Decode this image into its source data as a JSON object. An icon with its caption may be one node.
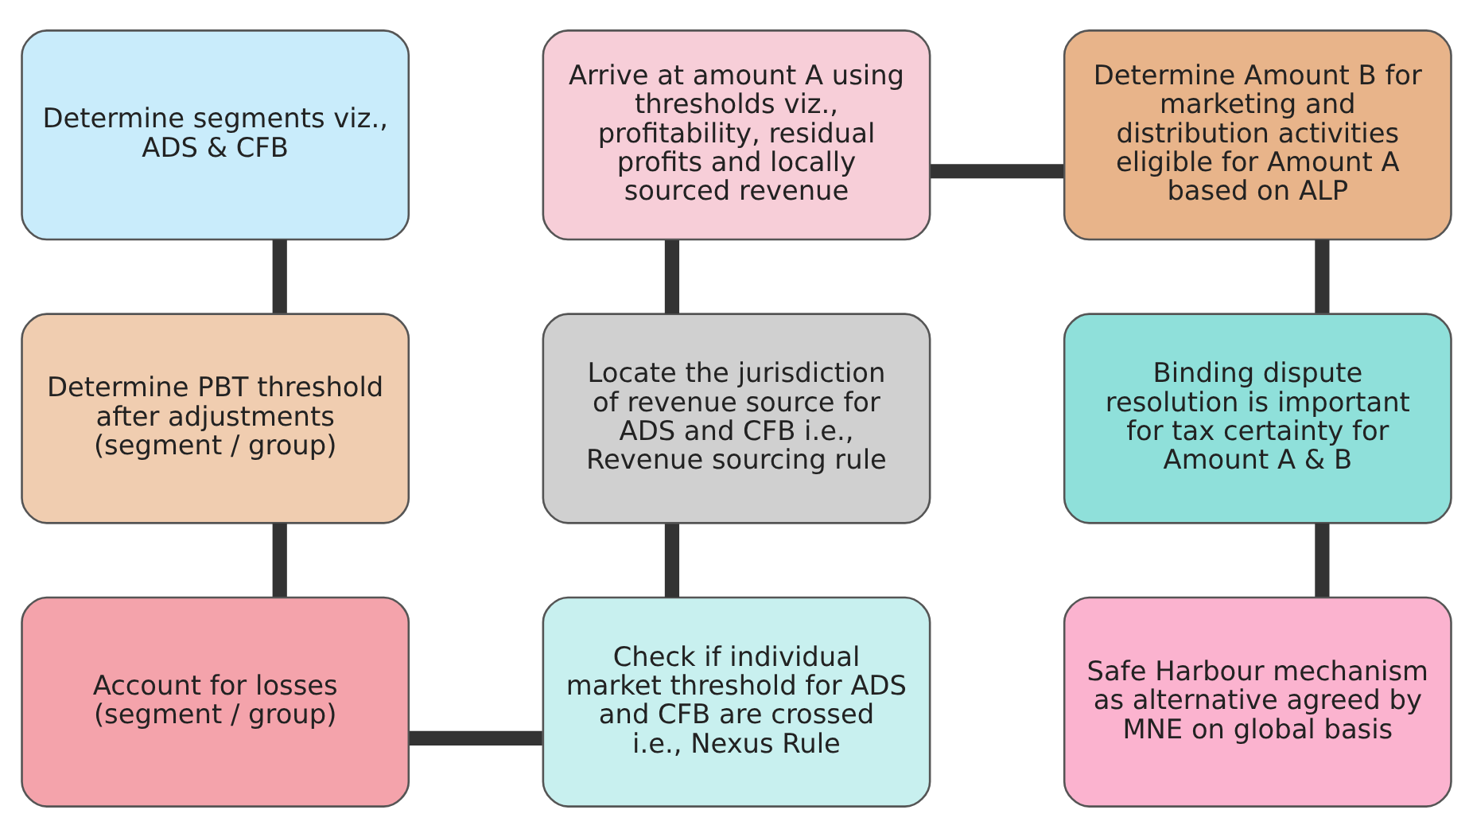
{
  "diagram": {
    "nodes": [
      {
        "text": [
          "Determine segments viz., ADS & CFB"
        ]
      },
      {
        "text": [
          "Determine PBT threshold after adjustments (segment / group)"
        ]
      },
      {
        "text": [
          "Account for losses (segment / group)"
        ]
      },
      {
        "text": [
          "Check if individual market threshold for ADS and CFB are crossed i.e., Nexus Rule"
        ]
      },
      {
        "text": [
          "Locate the jurisdiction of revenue source for ADS and CFB i.e., Revenue sourcing rule"
        ]
      },
      {
        "text": [
          "Arrive at amount A using thresholds viz., profitability, residual profits and locally sourced revenue"
        ]
      },
      {
        "text": [
          "Determine Amount B for marketing and distribution activities eligible for Amount A based on ALP"
        ]
      },
      {
        "text": [
          "Binding dispute resolution is important for tax certainty for Amount A & B"
        ]
      },
      {
        "text": [
          "Safe Harbour mechanism as alternative agreed by MNE on global basis"
        ]
      }
    ],
    "edges": [
      {
        "from": 0,
        "to": 1,
        "arrow": "none"
      },
      {
        "from": 1,
        "to": 2,
        "arrow": "none"
      },
      {
        "from": 2,
        "to": 3,
        "arrow": "none"
      },
      {
        "from": 3,
        "to": 4,
        "arrow": "none"
      },
      {
        "from": 4,
        "to": 5,
        "arrow": "none"
      },
      {
        "from": 5,
        "to": 6,
        "arrow": "none"
      },
      {
        "from": 6,
        "to": 7,
        "arrow": "none"
      },
      {
        "from": 7,
        "to": 8,
        "arrow": "none"
      }
    ]
  }
}
